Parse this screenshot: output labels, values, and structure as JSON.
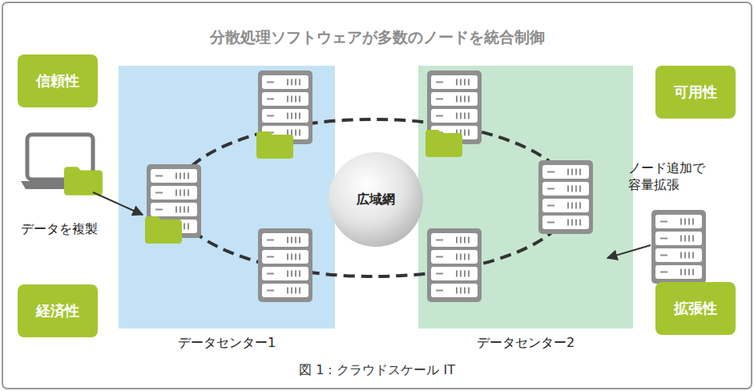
{
  "diagram": {
    "title": "分散処理ソフトウェアが多数のノードを統合制御",
    "caption": "図 1：クラウドスケール IT",
    "nodes": [
      {
        "text": [
          "信頼性"
        ]
      },
      {
        "text": [
          "可用性"
        ]
      },
      {
        "text": [
          "データセンター1"
        ]
      },
      {
        "text": [
          "広域網"
        ]
      },
      {
        "text": [
          "データセンター2"
        ]
      },
      {
        "text": [
          "経済性"
        ]
      },
      {
        "text": [
          "拡張性"
        ]
      }
    ],
    "labels": [
      "データを複製",
      "ノード追加で 容量拡張"
    ]
  }
}
